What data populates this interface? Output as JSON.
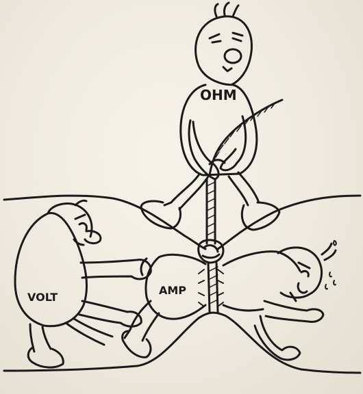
{
  "labels": {
    "ohm": "OHM",
    "volt": "VOLT",
    "amp": "AMP"
  },
  "colors": {
    "ink": "#1a1a1a",
    "paper": "#f2efe6"
  }
}
